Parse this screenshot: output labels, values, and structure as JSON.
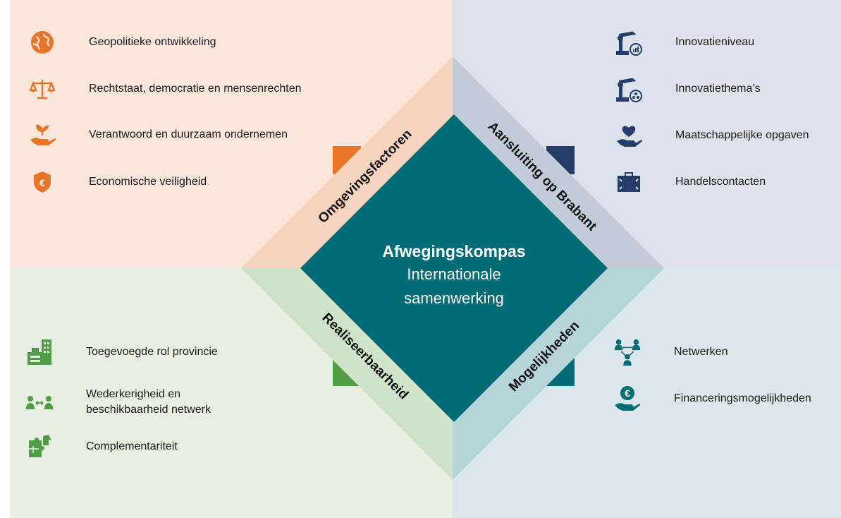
{
  "colors": {
    "tl_bg": "#fbe6dc",
    "tr_bg": "#dde2ea",
    "bl_bg": "#e6efe1",
    "br_bg": "#dbe7ea",
    "band_tl": "#f6d3bd",
    "band_tr": "#c2ccd8",
    "band_bl": "#cfe3c8",
    "band_br": "#b5d5d8",
    "center": "#006c75",
    "accent_orange": "#e8742a",
    "accent_navy": "#243d6b",
    "accent_green": "#4f9e46",
    "accent_teal": "#006c75"
  },
  "center": {
    "title": "Afwegingskompas",
    "line1": "Internationale",
    "line2": "samenwerking"
  },
  "axes": {
    "top_left": "Omgevingsfactoren",
    "top_right": "Aansluiting op Brabant",
    "bottom_left": "Realiseerbaarheid",
    "bottom_right": "Mogelijkheden"
  },
  "quadrants": {
    "top_left": {
      "items": [
        {
          "icon": "globe-icon",
          "label": "Geopolitieke ontwikkeling"
        },
        {
          "icon": "scales-icon",
          "label": "Rechtstaat, democratie en mensenrechten"
        },
        {
          "icon": "plant-hand-icon",
          "label": "Verantwoord en duurzaam ondernemen"
        },
        {
          "icon": "euro-shield-icon",
          "label": "Economische veiligheid"
        }
      ]
    },
    "top_right": {
      "items": [
        {
          "icon": "robot-arm-chart-icon",
          "label": "Innovatieniveau"
        },
        {
          "icon": "robot-arm-molecule-icon",
          "label": "Innovatiethema’s"
        },
        {
          "icon": "heart-hand-icon",
          "label": "Maatschappelijke opgaven"
        },
        {
          "icon": "briefcase-icon",
          "label": "Handelscontacten"
        }
      ]
    },
    "bottom_left": {
      "items": [
        {
          "icon": "buildings-icon",
          "label": "Toegevoegde rol provincie"
        },
        {
          "icon": "people-exchange-icon",
          "label": "Wederkerigheid en beschikbaarheid netwerk"
        },
        {
          "icon": "puzzle-icon",
          "label": "Complementariteit"
        }
      ]
    },
    "bottom_right": {
      "items": [
        {
          "icon": "network-people-icon",
          "label": "Netwerken"
        },
        {
          "icon": "euro-hand-icon",
          "label": "Financeringsmogelijkheden"
        }
      ]
    }
  }
}
